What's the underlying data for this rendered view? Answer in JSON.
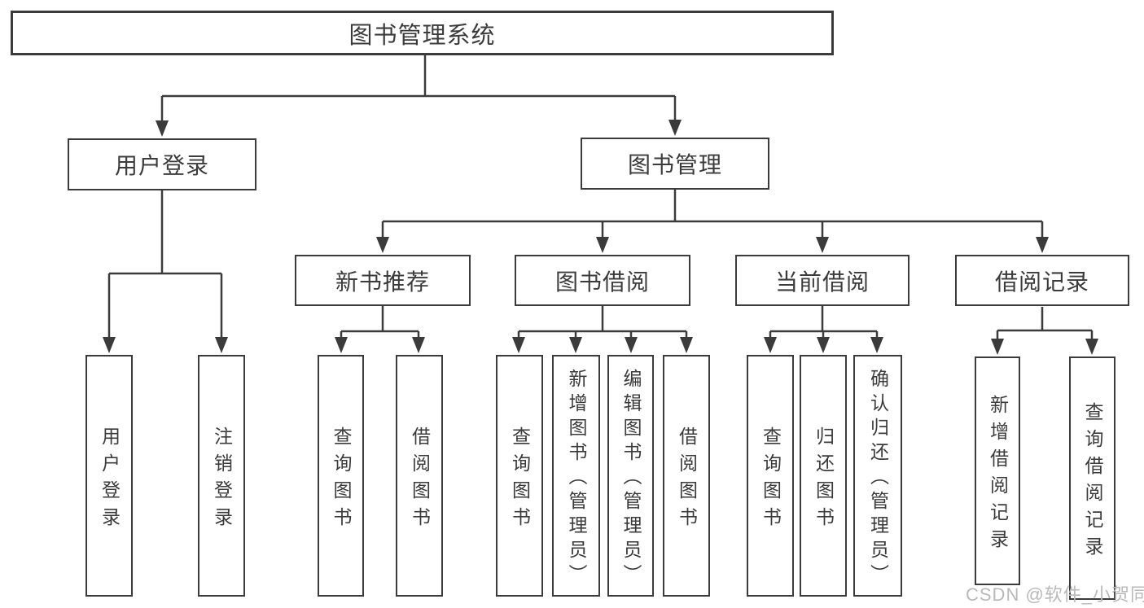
{
  "diagram": {
    "root": "图书管理系统",
    "level2": {
      "user_login": "用户登录",
      "book_management": "图书管理"
    },
    "level3": {
      "new_book": "新书推荐",
      "book_borrow": "图书借阅",
      "current_borrow": "当前借阅",
      "borrow_record": "借阅记录"
    },
    "leaves": {
      "user_login": "用户登录",
      "logout": "注销登录",
      "nb_query": "查询图书",
      "nb_borrow": "借阅图书",
      "bb_query": "查询图书",
      "bb_add": "新增图书（管理员）",
      "bb_edit": "编辑图书（管理员）",
      "bb_borrow": "借阅图书",
      "cb_query": "查询图书",
      "cb_return": "归还图书",
      "cb_confirm": "确认归还（管理员）",
      "br_add": "新增借阅记录",
      "br_query": "查询借阅记录"
    }
  },
  "watermark": "CSDN @软件_小贺同学",
  "colors": {
    "line": "#3b3b3b",
    "text": "#3b3b3b",
    "watermark": "#b9b9b9",
    "background": "#ffffff"
  }
}
